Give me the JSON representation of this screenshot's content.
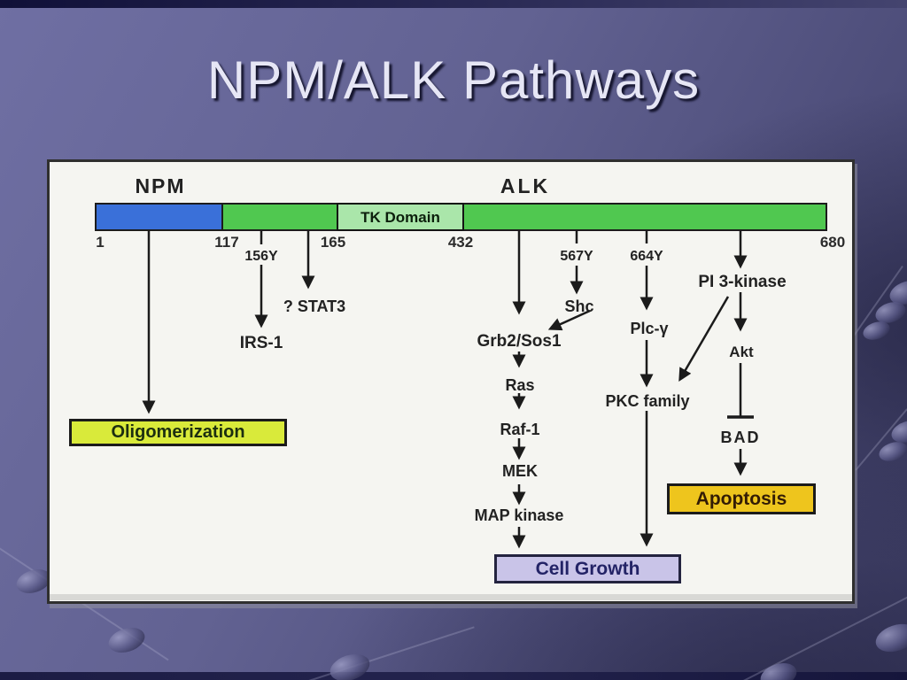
{
  "slide": {
    "title": "NPM/ALK Pathways"
  },
  "diagram": {
    "proteins": {
      "npm": "NPM",
      "alk": "ALK",
      "tk_domain": "TK Domain"
    },
    "scale_numbers": {
      "n1": "1",
      "n117": "117",
      "n165": "165",
      "n432": "432",
      "n680": "680"
    },
    "residues": {
      "y156": "156Y",
      "y567": "567Y",
      "y664": "664Y"
    },
    "nodes": {
      "stat3": "? STAT3",
      "irs1": "IRS-1",
      "shc": "Shc",
      "grb2_sos1": "Grb2/Sos1",
      "ras": "Ras",
      "raf1": "Raf-1",
      "mek": "MEK",
      "map_kinase": "MAP kinase",
      "plc_gamma": "Plc-γ",
      "pkc_family": "PKC family",
      "pi3_kinase": "PI 3-kinase",
      "akt": "Akt",
      "bad": "BAD"
    },
    "outcome_boxes": {
      "oligomerization": "Oligomerization",
      "cell_growth": "Cell Growth",
      "apoptosis": "Apoptosis"
    },
    "colors": {
      "npm_domain": "#3a70d9",
      "alk_domain": "#50c850",
      "tk_domain_fill": "#aae6aa",
      "oligomerization_box": "#d9ea3a",
      "cell_growth_box": "#c9c4e8",
      "apoptosis_box": "#eec51d",
      "slide_background": "#626292",
      "title_text": "#e6e6f5"
    }
  }
}
